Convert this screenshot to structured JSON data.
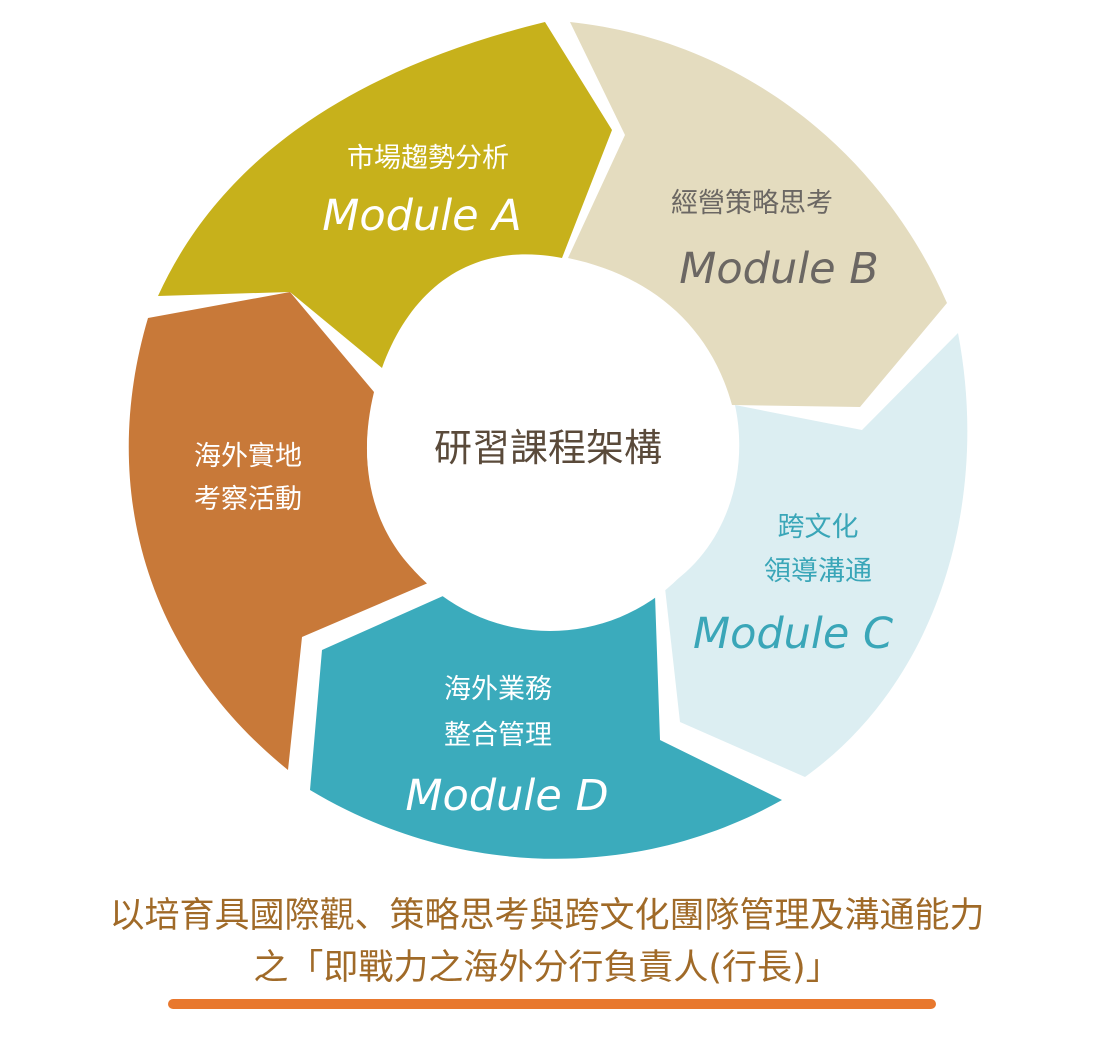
{
  "colors": {
    "module_a": "#c7b11b",
    "module_b": "#e4dcbf",
    "module_c": "#dceef2",
    "module_d": "#3babbc",
    "field": "#c87939",
    "center_text": "#5a4a3a",
    "caption": "#a06a28",
    "underline": "#e8782e"
  },
  "center": {
    "label": "研習課程架構"
  },
  "modules": {
    "a": {
      "title_lines": [
        "市場趨勢分析"
      ],
      "module": "Module A",
      "text_color": "#ffffff"
    },
    "b": {
      "title_lines": [
        "經營策略思考"
      ],
      "module": "Module B",
      "text_color": "#6b6763"
    },
    "c": {
      "title_lines": [
        "跨文化",
        "領導溝通"
      ],
      "module": "Module C",
      "text_color": "#3aa6b8"
    },
    "d": {
      "title_lines": [
        "海外業務",
        "整合管理"
      ],
      "module": "Module D",
      "text_color": "#ffffff"
    }
  },
  "field_activity": {
    "title_lines": [
      "海外實地",
      "考察活動"
    ],
    "text_color": "#ffffff"
  },
  "caption": {
    "line1": "以培育具國際觀、策略思考與跨文化團隊管理及溝通能力",
    "line2": "之「即戰力之海外分行負責人(行長)」"
  }
}
